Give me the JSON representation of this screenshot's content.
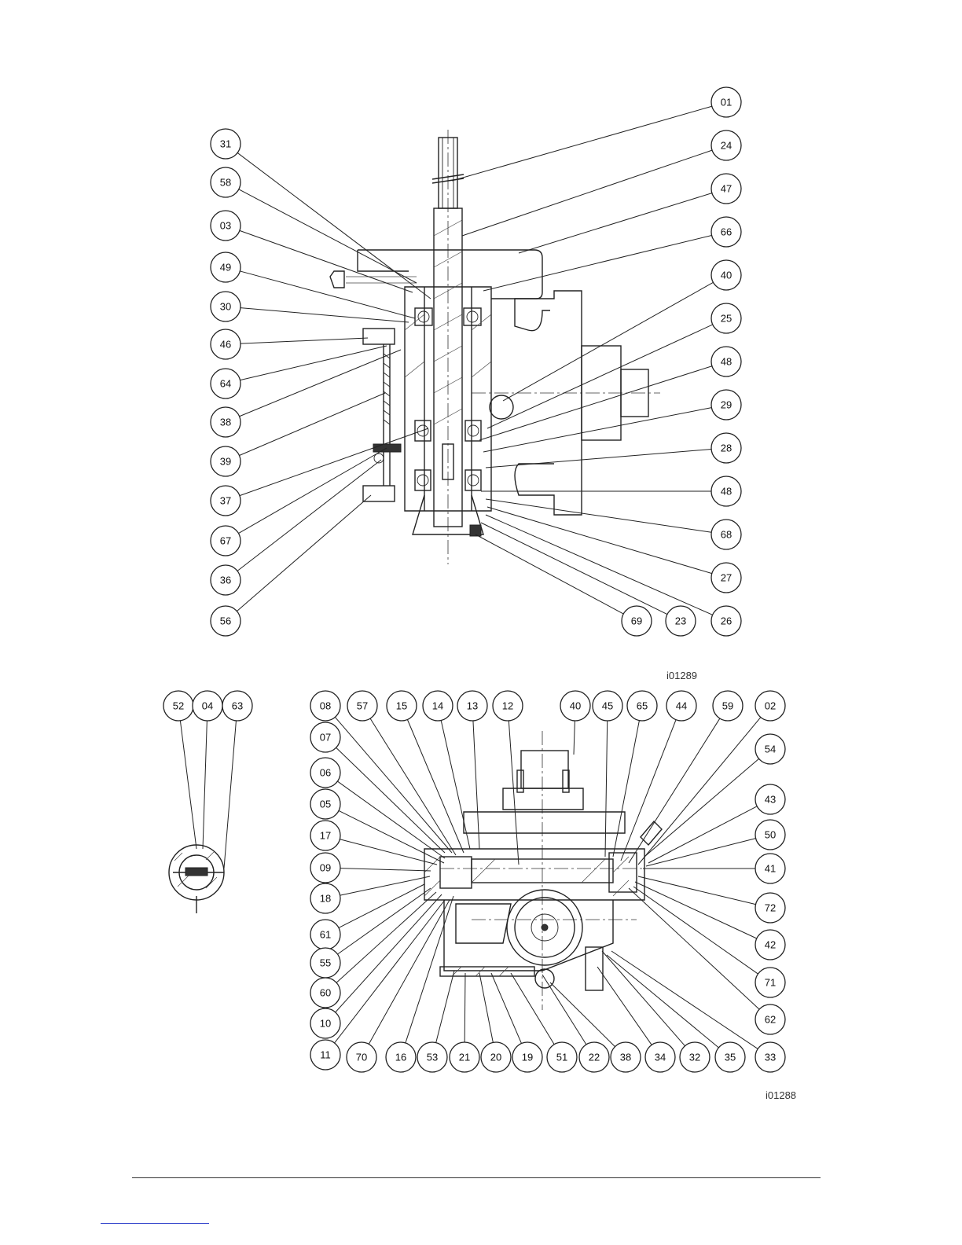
{
  "figures": [
    {
      "id": "i01289",
      "callouts": [
        "01",
        "24",
        "47",
        "66",
        "40",
        "25",
        "48",
        "29",
        "28",
        "48",
        "68",
        "27",
        "26",
        "23",
        "69",
        "31",
        "58",
        "03",
        "49",
        "30",
        "46",
        "64",
        "38",
        "39",
        "37",
        "67",
        "36",
        "56"
      ]
    },
    {
      "id": "i01288",
      "callouts": [
        "52",
        "04",
        "63",
        "08",
        "57",
        "15",
        "14",
        "13",
        "12",
        "40",
        "45",
        "65",
        "44",
        "59",
        "02",
        "54",
        "43",
        "50",
        "41",
        "72",
        "42",
        "71",
        "62",
        "07",
        "06",
        "05",
        "17",
        "09",
        "18",
        "61",
        "55",
        "60",
        "10",
        "11",
        "70",
        "16",
        "53",
        "21",
        "20",
        "19",
        "51",
        "22",
        "38",
        "34",
        "32",
        "35",
        "33"
      ]
    }
  ]
}
